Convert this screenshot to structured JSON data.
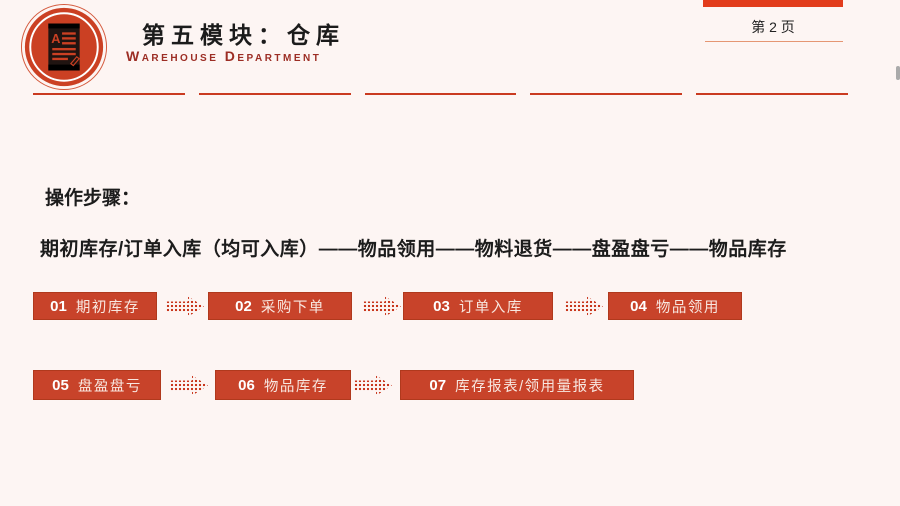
{
  "page": {
    "background": "#fdf5f3",
    "accent": "#c8432a",
    "accent_bright": "#e23c1c",
    "accent_dark": "#9c2d24",
    "line_color": "#ca3a20"
  },
  "header": {
    "title": "第五模块：仓库",
    "subtitle": "Warehouse Department",
    "page_number": "第 2 页",
    "logo": "document-pencil-logo"
  },
  "content": {
    "section_heading": "操作步骤：",
    "flow_text": "期初库存/订单入库（均可入库）——物品领用——物料退货——盘盈盘亏——物品库存",
    "steps": [
      {
        "num": "01",
        "label": "期初库存"
      },
      {
        "num": "02",
        "label": "采购下单"
      },
      {
        "num": "03",
        "label": "订单入库"
      },
      {
        "num": "04",
        "label": "物品领用"
      },
      {
        "num": "05",
        "label": "盘盈盘亏"
      },
      {
        "num": "06",
        "label": "物品库存"
      },
      {
        "num": "07",
        "label": "库存报表/领用量报表"
      }
    ]
  }
}
